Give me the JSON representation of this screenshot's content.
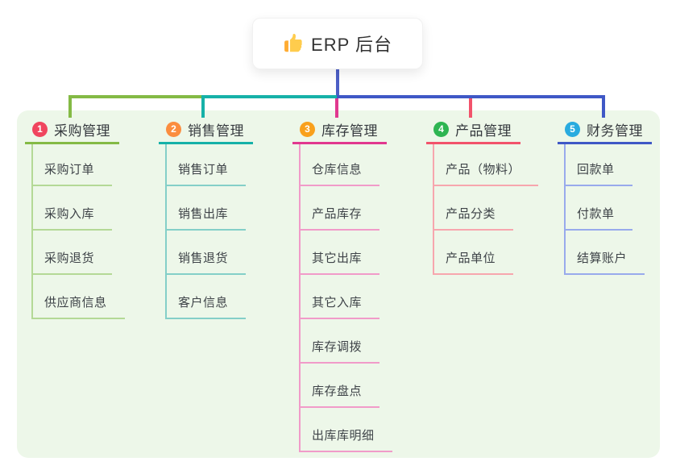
{
  "root": {
    "label": "ERP 后台",
    "icon": "thumbs-up-icon"
  },
  "canvas": {
    "background": "#ffffff",
    "panel_color": "#edf7e9"
  },
  "connector": {
    "stem_color": "#4c5fc6"
  },
  "text_colors": {
    "header": "#35393e",
    "child": "#3e4348",
    "root": "#333333"
  },
  "branches": [
    {
      "number": "1",
      "label": "采购管理",
      "badge_color": "#f0455e",
      "line_color": "#84ba45",
      "child_line_color": "#b4d996",
      "children": [
        "采购订单",
        "采购入库",
        "采购退货",
        "供应商信息"
      ]
    },
    {
      "number": "2",
      "label": "销售管理",
      "badge_color": "#fb8d3f",
      "line_color": "#16b1a8",
      "child_line_color": "#84cfc8",
      "children": [
        "销售订单",
        "销售出库",
        "销售退货",
        "客户信息"
      ]
    },
    {
      "number": "3",
      "label": "库存管理",
      "badge_color": "#f9a01c",
      "line_color": "#e1388f",
      "child_line_color": "#f19bc9",
      "children": [
        "仓库信息",
        "产品库存",
        "其它出库",
        "其它入库",
        "库存调拨",
        "库存盘点",
        "出库库明细"
      ]
    },
    {
      "number": "4",
      "label": "产品管理",
      "badge_color": "#2eb552",
      "line_color": "#f2536b",
      "child_line_color": "#f7a6ae",
      "children": [
        "产品（物料）",
        "产品分类",
        "产品单位"
      ]
    },
    {
      "number": "5",
      "label": "财务管理",
      "badge_color": "#29abdf",
      "line_color": "#3f58c6",
      "child_line_color": "#98aaec",
      "children": [
        "回款单",
        "付款单",
        "结算账户"
      ]
    }
  ]
}
